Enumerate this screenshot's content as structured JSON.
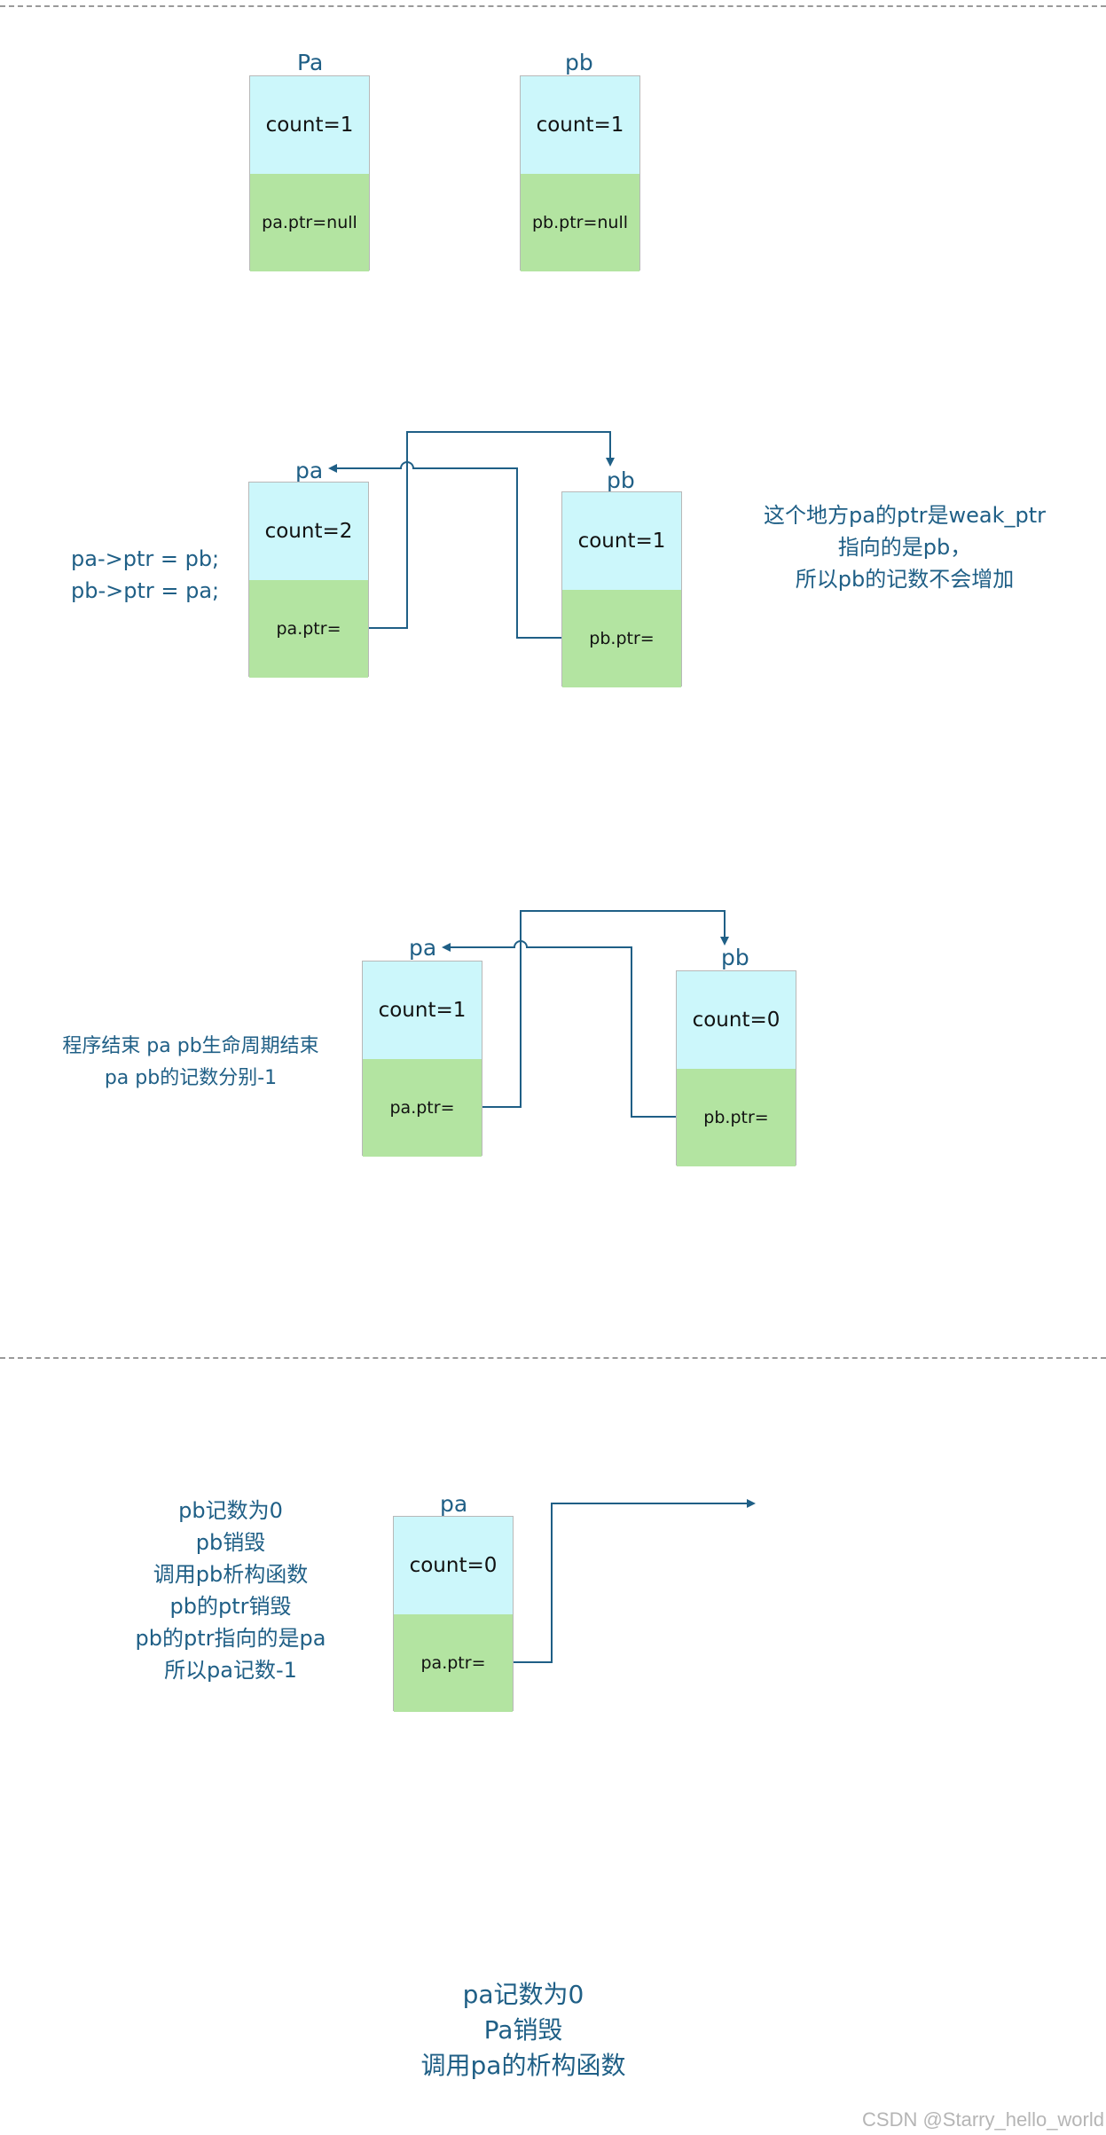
{
  "section1": {
    "label_a": "Pa",
    "label_b": "pb",
    "box_a": {
      "count": "count=1",
      "ptr": "pa.ptr=null"
    },
    "box_b": {
      "count": "count=1",
      "ptr": "pb.ptr=null"
    }
  },
  "section2": {
    "label_a": "pa",
    "label_b": "pb",
    "box_a": {
      "count": "count=2",
      "ptr": "pa.ptr="
    },
    "box_b": {
      "count": "count=1",
      "ptr": "pb.ptr="
    },
    "code_lines": [
      "pa->ptr = pb;",
      "pb->ptr = pa;"
    ],
    "note_lines": [
      "这个地方pa的ptr是weak_ptr",
      "指向的是pb，",
      "所以pb的记数不会增加"
    ]
  },
  "section3": {
    "label_a": "pa",
    "label_b": "pb",
    "box_a": {
      "count": "count=1",
      "ptr": "pa.ptr="
    },
    "box_b": {
      "count": "count=0",
      "ptr": "pb.ptr="
    },
    "note_lines": [
      "程序结束 pa pb生命周期结束",
      "pa pb的记数分别-1"
    ]
  },
  "section4": {
    "label_a": "pa",
    "box_a": {
      "count": "count=0",
      "ptr": "pa.ptr="
    },
    "note_lines": [
      "pb记数为0",
      "pb销毁",
      "调用pb析构函数",
      "pb的ptr销毁",
      "pb的ptr指向的是pa",
      "所以pa记数-1"
    ]
  },
  "section5": {
    "note_lines": [
      "pa记数为0",
      "Pa销毁",
      "调用pa的析构函数"
    ]
  },
  "watermark": "CSDN @Starry_hello_world",
  "colors": {
    "text": "#1f5f86",
    "count_fill": "#ccf7fb",
    "ptr_fill": "#b3e4a1",
    "arrow": "#1f5f86"
  }
}
